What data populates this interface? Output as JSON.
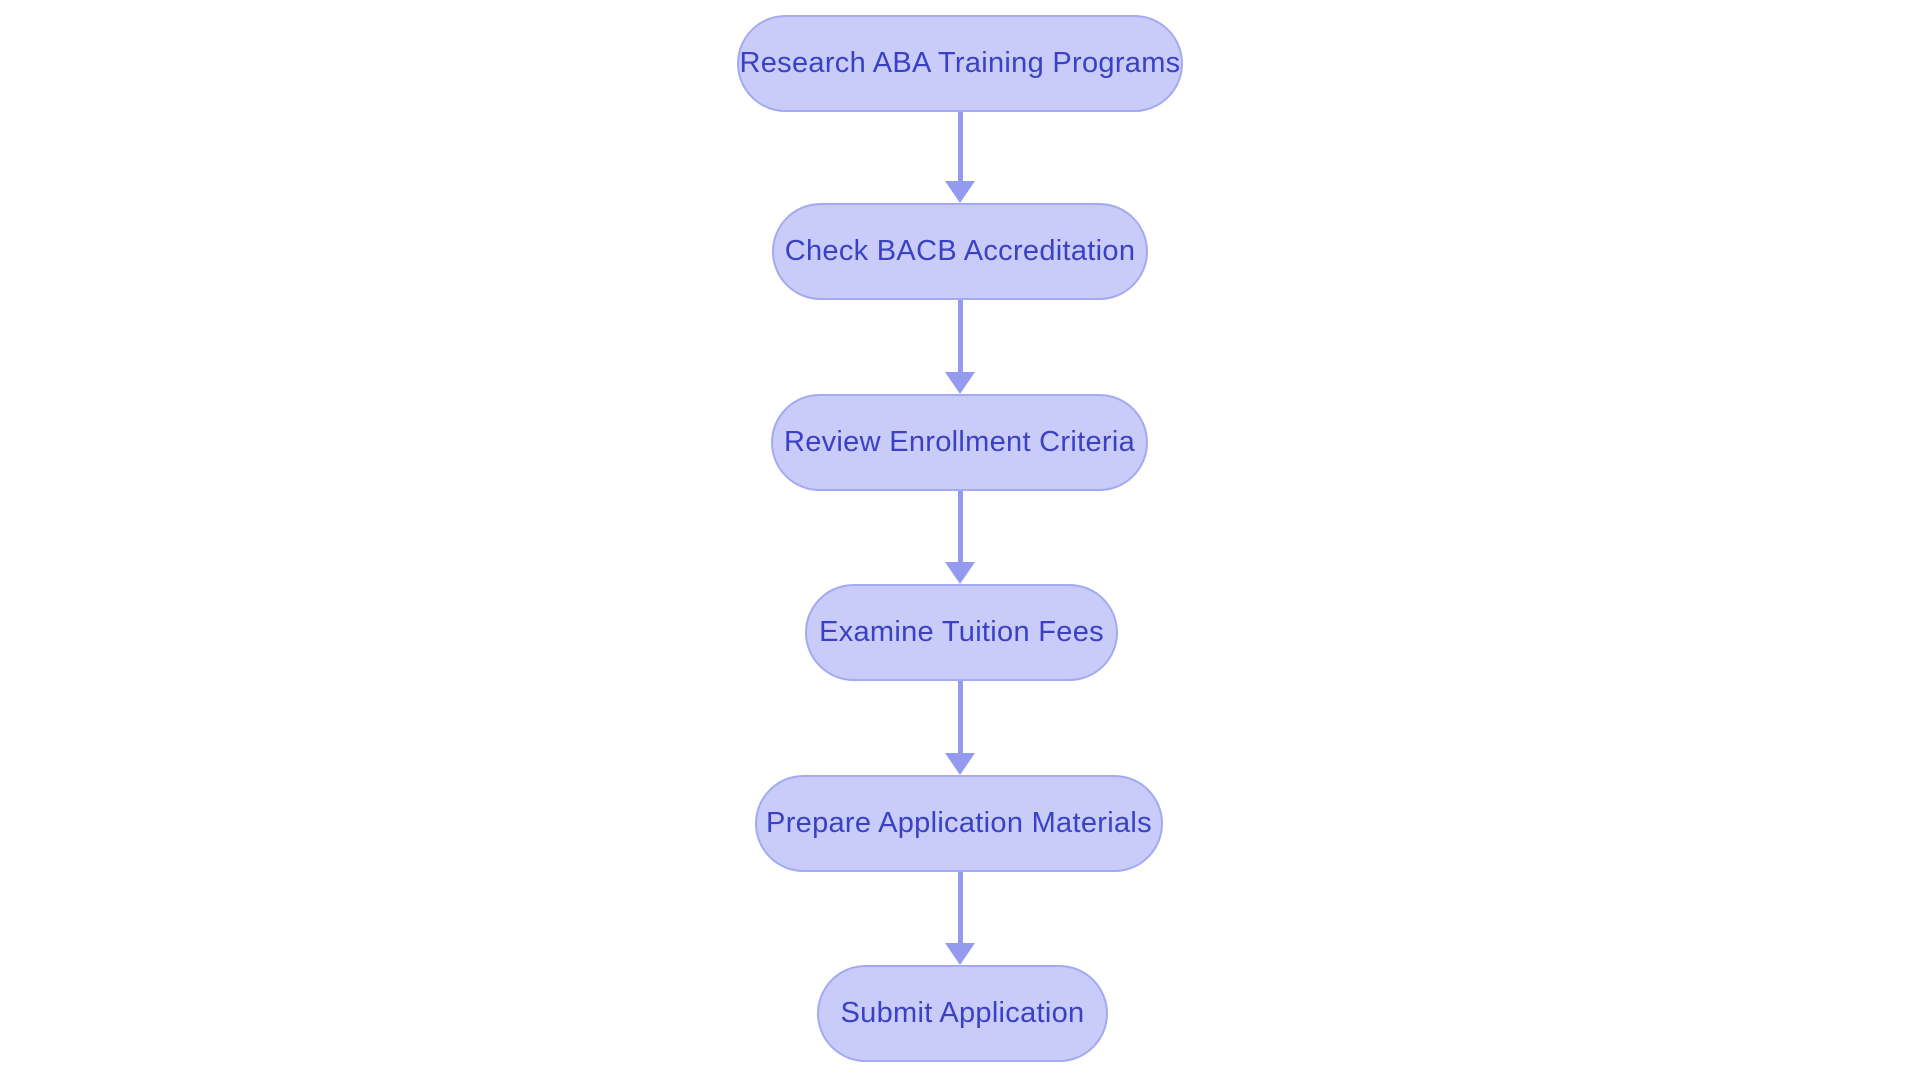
{
  "flowchart": {
    "type": "flowchart",
    "direction": "top-to-bottom",
    "nodes": [
      {
        "id": 1,
        "label": "Research ABA Training Programs"
      },
      {
        "id": 2,
        "label": "Check BACB Accreditation"
      },
      {
        "id": 3,
        "label": "Review Enrollment Criteria"
      },
      {
        "id": 4,
        "label": "Examine Tuition Fees"
      },
      {
        "id": 5,
        "label": "Prepare Application Materials"
      },
      {
        "id": 6,
        "label": "Submit Application"
      }
    ],
    "edges": [
      {
        "from": 1,
        "to": 2
      },
      {
        "from": 2,
        "to": 3
      },
      {
        "from": 3,
        "to": 4
      },
      {
        "from": 4,
        "to": 5
      },
      {
        "from": 5,
        "to": 6
      }
    ]
  },
  "colors": {
    "background": "#ffffff",
    "node-fill": "#c9cbf8",
    "node-border": "#a4aaf2",
    "node-text": "#3a41c4",
    "arrow-color": "#939af0"
  }
}
